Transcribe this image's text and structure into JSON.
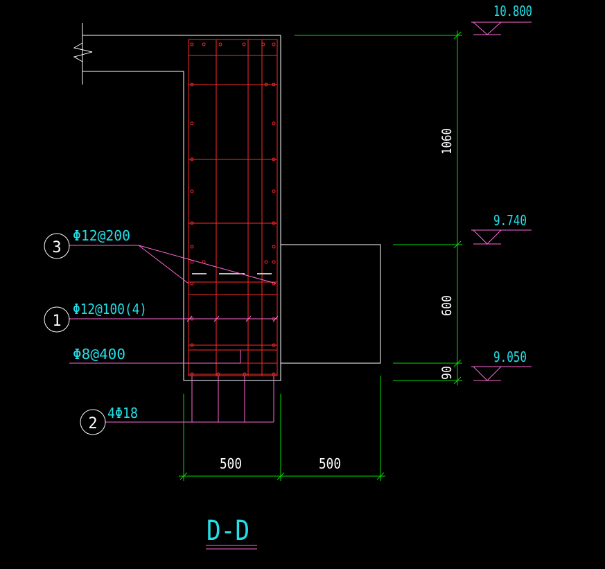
{
  "drawing": {
    "title": "D-D",
    "colors": {
      "background": "#000000",
      "outline": "#ffffff",
      "rebar": "#ff2a2a",
      "stirrup_mark": "#ff6ad5",
      "dimension": "#00dd00",
      "text": "#22e0e8",
      "leader": "#ff6ad5"
    }
  },
  "elevations": [
    {
      "id": "top",
      "label": "10.800"
    },
    {
      "id": "mid",
      "label": "9.740"
    },
    {
      "id": "low",
      "label": "9.050"
    }
  ],
  "dimensions": {
    "vertical": [
      {
        "id": "v1",
        "label": "1060"
      },
      {
        "id": "v2",
        "label": "600"
      },
      {
        "id": "v3",
        "label": "90"
      }
    ],
    "horizontal": [
      {
        "id": "h1",
        "label": "500"
      },
      {
        "id": "h2",
        "label": "500"
      }
    ]
  },
  "callouts": [
    {
      "number": "3",
      "label": "Φ12@200"
    },
    {
      "number": "1",
      "label": "Φ12@100(4)"
    },
    {
      "number": "",
      "label": "Φ8@400"
    },
    {
      "number": "2",
      "label": "4Φ18"
    }
  ]
}
